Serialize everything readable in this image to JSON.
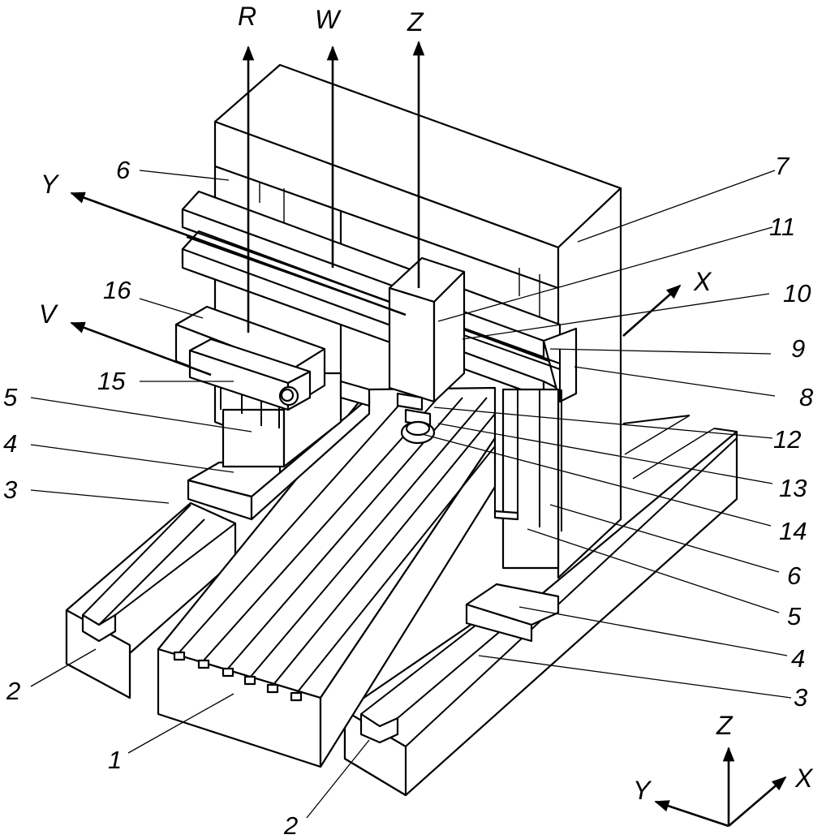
{
  "axes": {
    "r": "R",
    "w": "W",
    "z": "Z",
    "y": "Y",
    "v": "V",
    "x": "X"
  },
  "triad": {
    "z": "Z",
    "x": "X",
    "y": "Y"
  },
  "callouts": {
    "n1": "1",
    "n2_left": "2",
    "n2_right": "2",
    "n3_left": "3",
    "n3_right": "3",
    "n4_left": "4",
    "n4_right": "4",
    "n5_left": "5",
    "n5_right": "5",
    "n6_top": "6",
    "n6_right": "6",
    "n7": "7",
    "n8": "8",
    "n9": "9",
    "n10": "10",
    "n11": "11",
    "n12": "12",
    "n13": "13",
    "n14": "14",
    "n15": "15",
    "n16": "16"
  }
}
